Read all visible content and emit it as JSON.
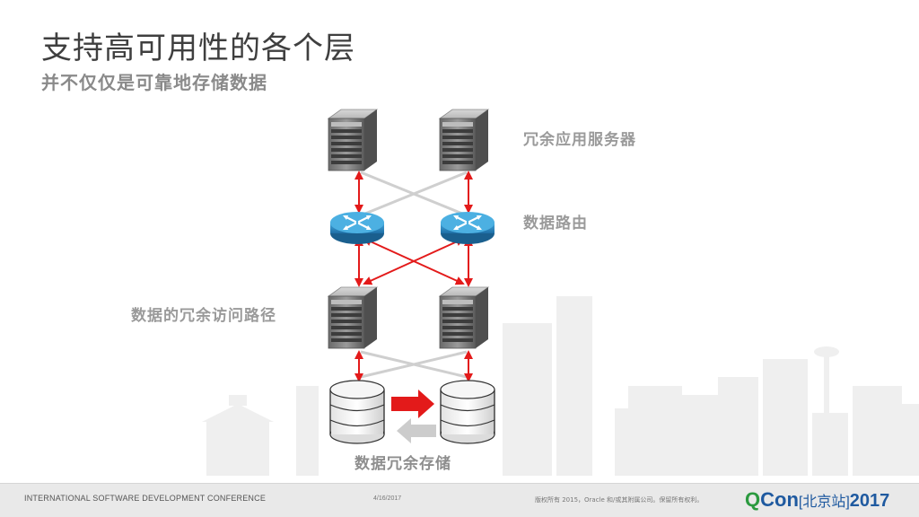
{
  "slide": {
    "title": "支持高可用性的各个层",
    "subtitle": "并不仅仅是可靠地存储数据"
  },
  "labels": {
    "servers": "冗余应用服务器",
    "router": "数据路由",
    "paths": "数据的冗余访问路径",
    "storage": "数据冗余存储"
  },
  "footer": {
    "conference": "INTERNATIONAL SOFTWARE DEVELOPMENT CONFERENCE",
    "date": "4/16/2017",
    "copyright": "版权所有 2015，Oracle 和/或其附属公司。保留所有权利。",
    "brand_q": "Q",
    "brand_con": "Con",
    "brand_site": "[北京站]",
    "brand_year": "2017"
  },
  "colors": {
    "arrow_red": "#e31a1a",
    "arrow_gray": "#c8c8c8",
    "router_blue": "#2b8fc8",
    "brand_green": "#2b9a3f",
    "brand_blue": "#1f5aa0"
  },
  "icons": {
    "server": "server-icon",
    "router": "router-icon",
    "database": "database-icon"
  }
}
